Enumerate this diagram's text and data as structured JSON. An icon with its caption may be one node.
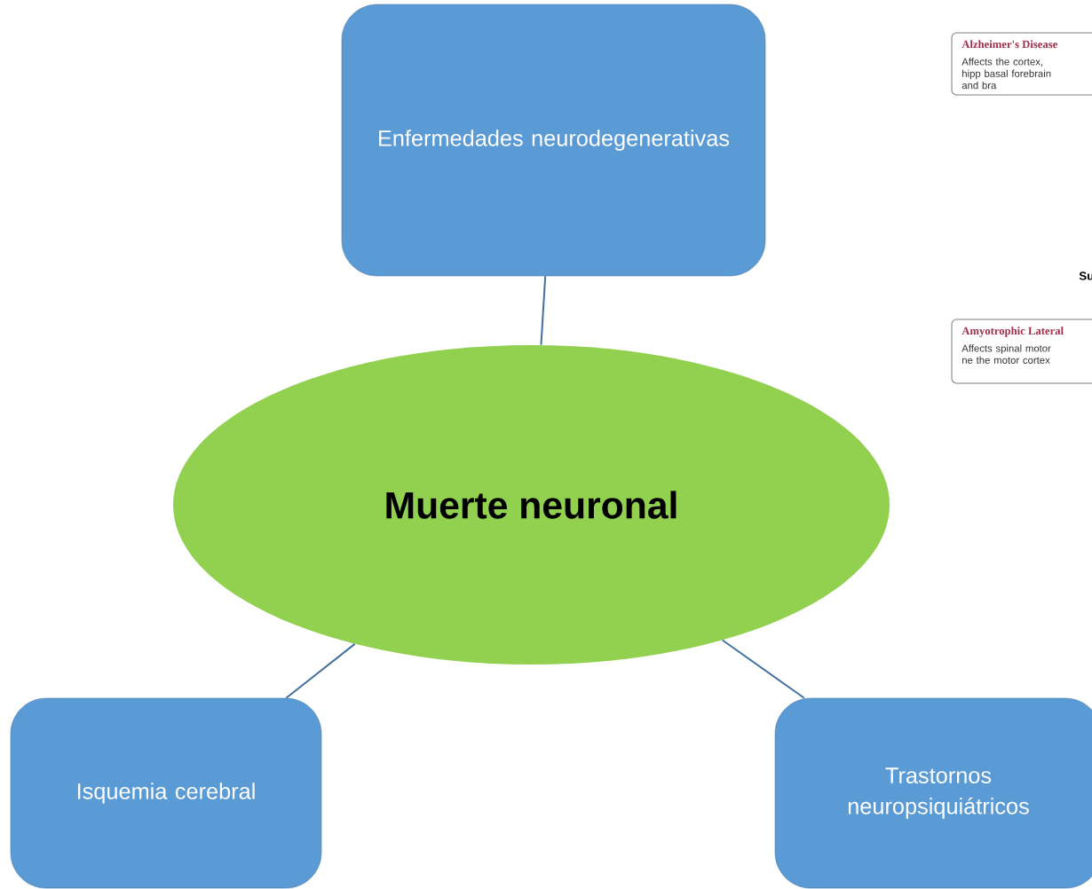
{
  "diagram": {
    "nodes": [
      {
        "text": [
          "Enfermedades neurodegenerativas"
        ]
      },
      {
        "text": [
          "Muerte neuronal"
        ]
      },
      {
        "text": [
          "Isquemia cerebral"
        ]
      },
      {
        "text": [
          "Trastornos neuropsiquiátricos"
        ]
      },
      {
        "text": [
          "Alzheimer's Disease",
          "Affects the cortex, hipp basal forebrain and bra"
        ]
      },
      {
        "text": [
          "Amyotrophic Lateral",
          "Affects spinal motor ne the motor cortex"
        ]
      }
    ],
    "edges": [
      {
        "from": 0,
        "to": 1,
        "arrow": "none"
      },
      {
        "from": 1,
        "to": 2,
        "arrow": "none"
      },
      {
        "from": 1,
        "to": 3,
        "arrow": "none"
      }
    ],
    "labels": [
      "Su"
    ]
  }
}
